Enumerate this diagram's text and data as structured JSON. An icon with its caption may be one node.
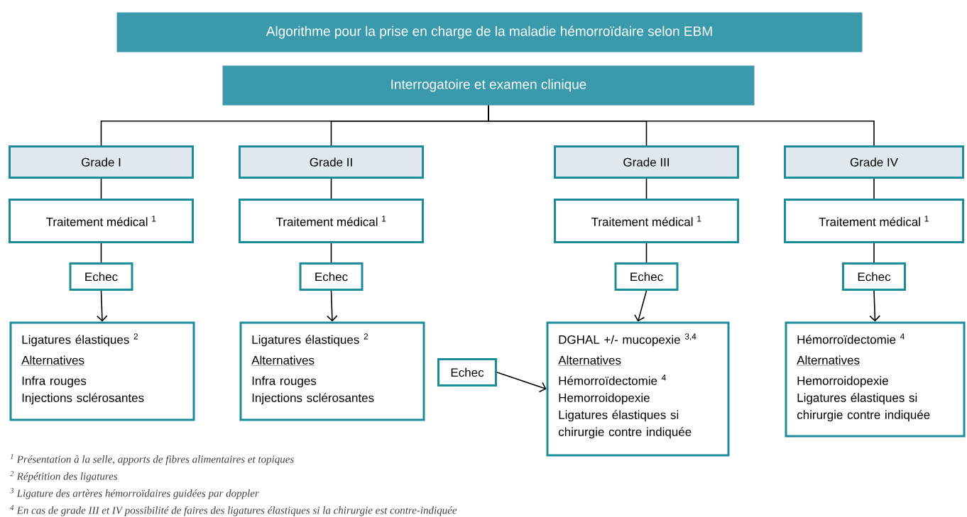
{
  "diagram": {
    "nodes": [
      {
        "text": [
          "Algorithme pour la prise en charge de la maladie hémorroïdaire selon EBM"
        ]
      },
      {
        "text": [
          "Interrogatoire et examen clinique"
        ]
      },
      {
        "text": [
          "Grade I"
        ]
      },
      {
        "text": [
          "Grade II"
        ]
      },
      {
        "text": [
          "Grade III"
        ]
      },
      {
        "text": [
          "Grade IV"
        ]
      },
      {
        "text": [
          "Traitement médical $^{1}$"
        ]
      },
      {
        "text": [
          "Traitement médical $^{1}$"
        ]
      },
      {
        "text": [
          "Traitement médical $^{1}$"
        ]
      },
      {
        "text": [
          "Traitement médical $^{1}$"
        ]
      },
      {
        "text": [
          "Echec"
        ]
      },
      {
        "text": [
          "Echec"
        ]
      },
      {
        "text": [
          "Echec"
        ]
      },
      {
        "text": [
          "Echec"
        ]
      },
      {
        "text": [
          "Ligatures élastiques $^{2}$",
          "Alternatives",
          "Infra rouges",
          "Injections sclérosantes"
        ]
      },
      {
        "text": [
          "Ligatures élastiques $^{2}$",
          "Alternatives",
          "Infra rouges",
          "Injections sclérosantes"
        ]
      },
      {
        "text": [
          "DGHAL +/- mucopexie $^{3,4}$",
          "Alternatives",
          "Hémorroïdectomie $^{4}$",
          "Hemorroidopexie",
          "Ligatures élastiques si chirurgie contre indiquée"
        ]
      },
      {
        "text": [
          "Hémorroïdectomie $^{4}$",
          "Alternatives",
          "Hemorroidopexie",
          "Ligatures élastiques si chirurgie contre indiquée"
        ]
      },
      {
        "text": [
          "Echec"
        ]
      }
    ],
    "edges": [
      {
        "from": 1,
        "to": 2,
        "arrow": "none"
      },
      {
        "from": 1,
        "to": 3,
        "arrow": "none"
      },
      {
        "from": 1,
        "to": 4,
        "arrow": "none"
      },
      {
        "from": 1,
        "to": 5,
        "arrow": "none"
      },
      {
        "from": 2,
        "to": 6,
        "arrow": "none"
      },
      {
        "from": 3,
        "to": 7,
        "arrow": "none"
      },
      {
        "from": 4,
        "to": 8,
        "arrow": "none"
      },
      {
        "from": 5,
        "to": 9,
        "arrow": "none"
      },
      {
        "from": 6,
        "to": 10,
        "arrow": "none"
      },
      {
        "from": 7,
        "to": 11,
        "arrow": "none"
      },
      {
        "from": 8,
        "to": 12,
        "arrow": "none"
      },
      {
        "from": 9,
        "to": 13,
        "arrow": "none"
      },
      {
        "from": 10,
        "to": 14,
        "arrow": "to"
      },
      {
        "from": 11,
        "to": 15,
        "arrow": "to"
      },
      {
        "from": 12,
        "to": 16,
        "arrow": "to"
      },
      {
        "from": 13,
        "to": 17,
        "arrow": "to"
      },
      {
        "from": 18,
        "to": 16,
        "arrow": "to"
      }
    ],
    "labels": [
      "$^{1}$ Présentation à la selle, apports de fibres alimentaires et topiques",
      "$^{2}$ Répétition des ligatures",
      "$^{3}$ Ligature des artères hémorroïdaires guidées par doppler",
      "$^{4}$ En cas de grade III et IV possibilité de faires des ligatures élastiques si la chirurgie est contre-indiquée"
    ]
  }
}
